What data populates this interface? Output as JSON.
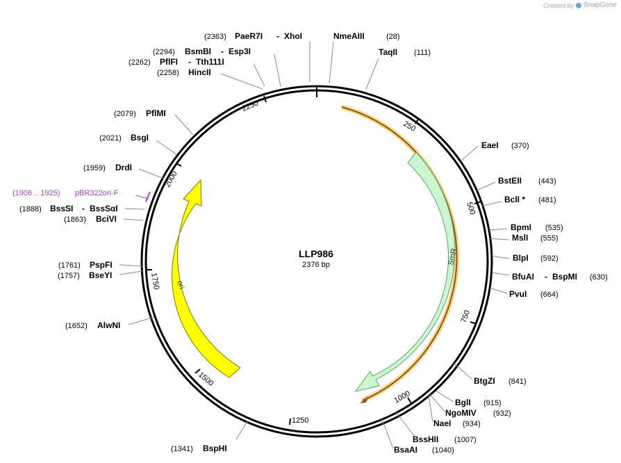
{
  "plasmid": {
    "name": "LLP986",
    "size": "2376 bp"
  },
  "watermark": {
    "created_by": "Created by",
    "brand": "SnapGene"
  },
  "features": [
    {
      "name": "SmR",
      "color": "#ccf5d2",
      "stroke": "#5fa36b"
    },
    {
      "name": "ori",
      "color": "#ffff00",
      "stroke": "#7a7a00"
    }
  ],
  "primer": {
    "range": "(1906 .. 1925)",
    "name": "pBR322ori-F",
    "color": "#a63ec7"
  },
  "tick_labels": [
    "250",
    "500",
    "750",
    "1000",
    "1250",
    "1500",
    "1750",
    "2000",
    "2250"
  ],
  "enzymes": [
    {
      "name": "PaeR7I",
      "pos": "(2363)",
      "alt": "XhoI"
    },
    {
      "name": "NmeAIII",
      "pos": "(28)"
    },
    {
      "name": "TaqII",
      "pos": "(111)"
    },
    {
      "name": "BsmBI",
      "pos": "(2294)",
      "alt": "Esp3I"
    },
    {
      "name": "PflFI",
      "pos": "(2262)",
      "alt": "Tth111I"
    },
    {
      "name": "HincII",
      "pos": "(2258)"
    },
    {
      "name": "PflMI",
      "pos": "(2079)"
    },
    {
      "name": "BsgI",
      "pos": "(2021)"
    },
    {
      "name": "DrdI",
      "pos": "(1959)"
    },
    {
      "name": "BssSI",
      "pos": "(1888)",
      "alt": "BssSαI"
    },
    {
      "name": "BciVI",
      "pos": "(1863)"
    },
    {
      "name": "PspFI",
      "pos": "(1761)"
    },
    {
      "name": "BseYI",
      "pos": "(1757)"
    },
    {
      "name": "AlwNI",
      "pos": "(1652)"
    },
    {
      "name": "BspHI",
      "pos": "(1341)"
    },
    {
      "name": "EaeI",
      "pos": "(370)"
    },
    {
      "name": "BstEII",
      "pos": "(443)"
    },
    {
      "name": "BclI *",
      "pos": "(481)"
    },
    {
      "name": "BpmI",
      "pos": "(535)"
    },
    {
      "name": "MslI",
      "pos": "(555)"
    },
    {
      "name": "BlpI",
      "pos": "(592)"
    },
    {
      "name": "BfuAI",
      "pos": "(630)",
      "alt": "BspMI"
    },
    {
      "name": "PvuI",
      "pos": "(664)"
    },
    {
      "name": "BtgZI",
      "pos": "(841)"
    },
    {
      "name": "BglI",
      "pos": "(915)"
    },
    {
      "name": "NgoMIV",
      "pos": "(932)"
    },
    {
      "name": "NaeI",
      "pos": "(934)"
    },
    {
      "name": "BssHII",
      "pos": "(1007)"
    },
    {
      "name": "BsaAI",
      "pos": "(1040)"
    }
  ]
}
